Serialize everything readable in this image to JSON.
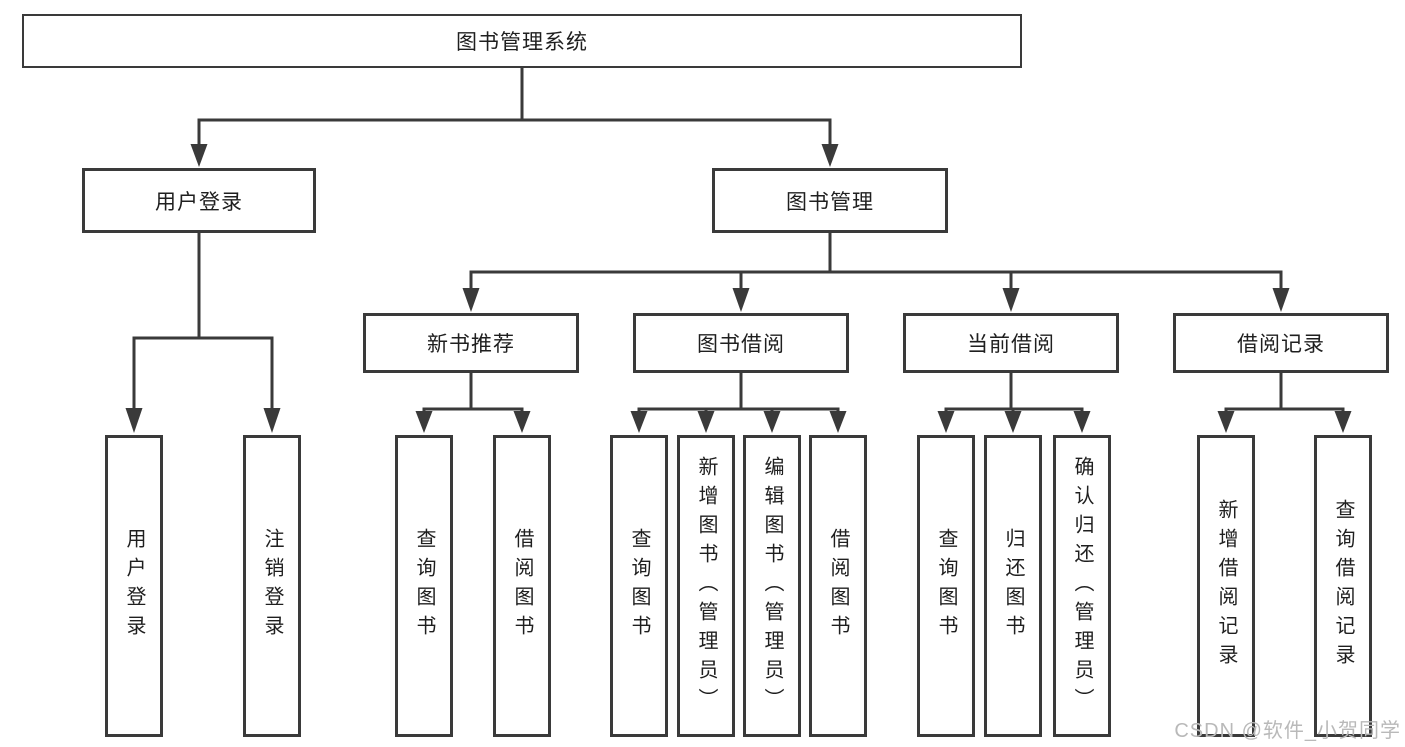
{
  "tree": {
    "label": "图书管理系统",
    "children": [
      {
        "label": "用户登录",
        "children": [
          {
            "label": "用户登录"
          },
          {
            "label": "注销登录"
          }
        ]
      },
      {
        "label": "图书管理",
        "children": [
          {
            "label": "新书推荐",
            "children": [
              {
                "label": "查询图书"
              },
              {
                "label": "借阅图书"
              }
            ]
          },
          {
            "label": "图书借阅",
            "children": [
              {
                "label": "查询图书"
              },
              {
                "label": "新增图书（管理员）"
              },
              {
                "label": "编辑图书（管理员）"
              },
              {
                "label": "借阅图书"
              }
            ]
          },
          {
            "label": "当前借阅",
            "children": [
              {
                "label": "查询图书"
              },
              {
                "label": "归还图书"
              },
              {
                "label": "确认归还（管理员）"
              }
            ]
          },
          {
            "label": "借阅记录",
            "children": [
              {
                "label": "新增借阅记录"
              },
              {
                "label": "查询借阅记录"
              }
            ]
          }
        ]
      }
    ]
  },
  "watermark": {
    "text": "CSDN @软件_小贺同学"
  },
  "colors": {
    "line": "#3a3a3a",
    "text": "#1f1f1f",
    "watermark": "#b9b9b9",
    "background": "#ffffff"
  }
}
